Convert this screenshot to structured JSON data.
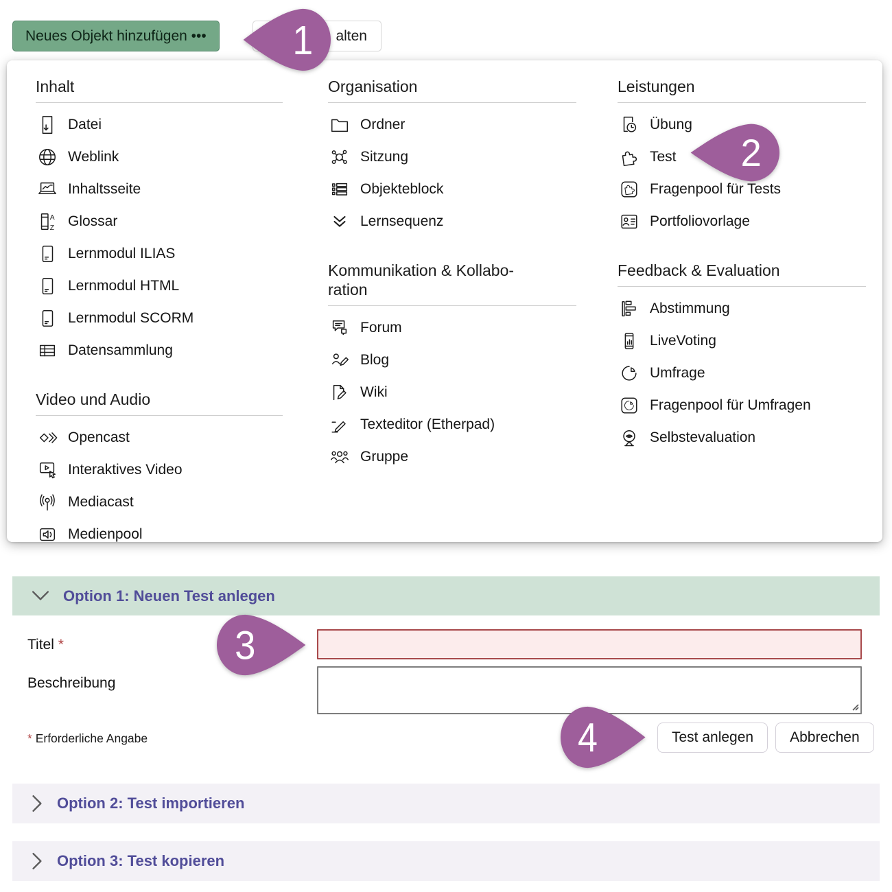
{
  "toolbar": {
    "add_button_label": "Neues Objekt hinzufügen •••",
    "secondary_button_visible_label": "alten"
  },
  "callouts": [
    "1",
    "2",
    "3",
    "4"
  ],
  "menu": {
    "columns": [
      {
        "sections": [
          {
            "title": "Inhalt",
            "items": [
              {
                "icon": "file",
                "label": "Datei"
              },
              {
                "icon": "weblink",
                "label": "Weblink"
              },
              {
                "icon": "contentpage",
                "label": "Inhaltsseite"
              },
              {
                "icon": "glossary",
                "label": "Glossar"
              },
              {
                "icon": "lm",
                "label": "Lernmodul ILIAS"
              },
              {
                "icon": "lm",
                "label": "Lernmodul HTML"
              },
              {
                "icon": "lm",
                "label": "Lernmodul SCORM"
              },
              {
                "icon": "datacollection",
                "label": "Datensammlung"
              }
            ]
          },
          {
            "title": "Video und Audio",
            "items": [
              {
                "icon": "opencast",
                "label": "Opencast"
              },
              {
                "icon": "interactivevideo",
                "label": "Interaktives Video"
              },
              {
                "icon": "mediacast",
                "label": "Mediacast"
              },
              {
                "icon": "mediapool",
                "label": "Medienpool"
              }
            ]
          }
        ]
      },
      {
        "sections": [
          {
            "title": "Organisation",
            "items": [
              {
                "icon": "folder",
                "label": "Ordner"
              },
              {
                "icon": "session",
                "label": "Sitzung"
              },
              {
                "icon": "itemblock",
                "label": "Objekteblock"
              },
              {
                "icon": "sequence",
                "label": "Lernsequenz"
              }
            ]
          },
          {
            "title": "Kommunikation & Kollabo-\nration",
            "items": [
              {
                "icon": "forum",
                "label": "Forum"
              },
              {
                "icon": "blog",
                "label": "Blog"
              },
              {
                "icon": "wiki",
                "label": "Wiki"
              },
              {
                "icon": "etherpad",
                "label": "Texteditor (Etherpad)"
              },
              {
                "icon": "group",
                "label": "Gruppe"
              }
            ]
          }
        ]
      },
      {
        "sections": [
          {
            "title": "Leistungen",
            "items": [
              {
                "icon": "exercise",
                "label": "Übung"
              },
              {
                "icon": "test",
                "label": "Test"
              },
              {
                "icon": "qpltest",
                "label": "Fragenpool für Tests"
              },
              {
                "icon": "portfolio",
                "label": "Portfoliovorlage"
              }
            ]
          },
          {
            "title": "Feedback & Evaluation",
            "items": [
              {
                "icon": "poll",
                "label": "Abstimmung"
              },
              {
                "icon": "livevoting",
                "label": "LiveVoting"
              },
              {
                "icon": "survey",
                "label": "Umfrage"
              },
              {
                "icon": "qplsurvey",
                "label": "Fragenpool für Umfragen"
              },
              {
                "icon": "selfeval",
                "label": "Selbstevaluation"
              }
            ]
          }
        ]
      }
    ]
  },
  "form": {
    "section_open_title": "Option 1: Neuen Test anlegen",
    "title_label": "Titel",
    "required_mark": "*",
    "title_value": "",
    "description_label": "Beschreibung",
    "description_value": "",
    "required_note": "Erforderliche Angabe",
    "submit_label": "Test anlegen",
    "cancel_label": "Abbrechen"
  },
  "collapsed_sections": [
    {
      "title": "Option 2: Test importieren"
    },
    {
      "title": "Option 3: Test kopieren"
    }
  ],
  "colors": {
    "accent_green_button": "#74a887",
    "open_section_bg": "#cfe2d6",
    "collapsed_section_bg": "#f3f1f6",
    "section_title_text": "#514d99",
    "callout_purple": "#9e5e9b",
    "error_border": "#a8494b",
    "error_bg": "#fcecec",
    "required_red": "#b04545"
  }
}
